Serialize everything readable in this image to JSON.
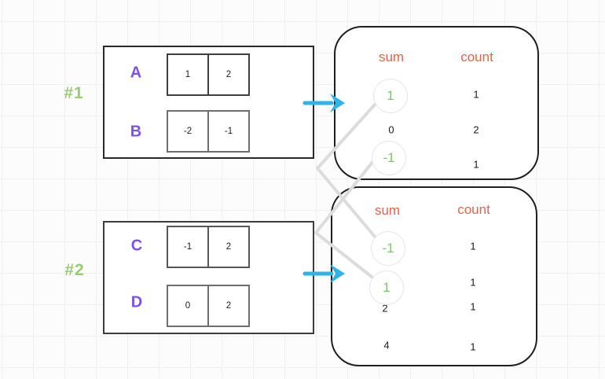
{
  "diagram_title": "pairwise sums of two array groups with sum frequency tables",
  "colors": {
    "array_letter_purple": "#7b52f2",
    "group_label_green": "#9bcb74",
    "highlight_value_green": "#7ec46e",
    "table_header_orange": "#e8614b",
    "flow_arrow_cyan": "#30b4e8",
    "pair_connector_gray": "#dcdcdc"
  },
  "groups": [
    {
      "id": "#1",
      "arrays": [
        {
          "name": "A",
          "values": [
            "1",
            "2"
          ]
        },
        {
          "name": "B",
          "values": [
            "-2",
            "-1"
          ]
        }
      ]
    },
    {
      "id": "#2",
      "arrays": [
        {
          "name": "C",
          "values": [
            "-1",
            "2"
          ]
        },
        {
          "name": "D",
          "values": [
            "0",
            "2"
          ]
        }
      ]
    }
  ],
  "sum_tables": [
    {
      "headers": {
        "sum": "sum",
        "count": "count"
      },
      "rows": [
        {
          "sum": "1",
          "count": "1",
          "circled": true
        },
        {
          "sum": "0",
          "count": "2",
          "circled": false
        },
        {
          "sum": "-1",
          "count": "1",
          "circled": true
        }
      ]
    },
    {
      "headers": {
        "sum": "sum",
        "count": "count"
      },
      "rows": [
        {
          "sum": "-1",
          "count": "1",
          "circled": true
        },
        {
          "sum": "1",
          "count": "1",
          "circled": true
        },
        {
          "sum": "2",
          "count": "1",
          "circled": false
        },
        {
          "sum": "4",
          "count": "1",
          "circled": false
        }
      ]
    }
  ],
  "connections": [
    {
      "from": "table1 sum 1",
      "to": "table2 sum -1"
    },
    {
      "from": "table1 sum -1",
      "to": "table2 sum 1"
    }
  ]
}
